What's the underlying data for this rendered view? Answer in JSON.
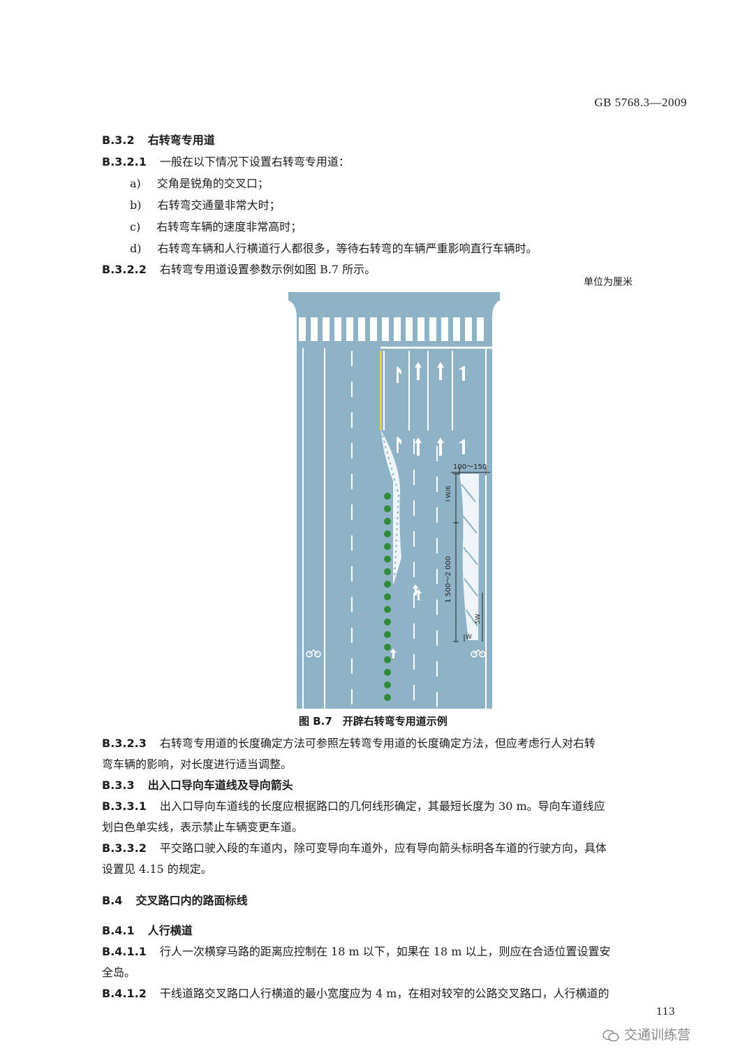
{
  "header": {
    "standard": "GB 5768.3—2009"
  },
  "sections": {
    "s_b32": {
      "num": "B.3.2",
      "title": "右转弯专用道"
    },
    "s_b321": {
      "num": "B.3.2.1",
      "text": "一般在以下情况下设置右转弯专用道："
    },
    "items": [
      {
        "label": "a)",
        "text": "交角是锐角的交叉口；"
      },
      {
        "label": "b)",
        "text": "右转弯交通量非常大时；"
      },
      {
        "label": "c)",
        "text": "右转弯车辆的速度非常高时；"
      },
      {
        "label": "d)",
        "text": "右转弯车辆和人行横道行人都很多，等待右转弯的车辆严重影响直行车辆时。"
      }
    ],
    "s_b322": {
      "num": "B.3.2.2",
      "text": "右转弯专用道设置参数示例如图 B.7 所示。"
    },
    "units_note": "单位为厘米",
    "figure": {
      "caption": "图 B.7　开辟右转弯专用道示例",
      "dim_width": "100～150",
      "dim_taper": "l·W/6",
      "dim_length": "1 500～2 000",
      "dim_end": "5W",
      "dim_bottom": "W"
    },
    "s_b323": {
      "num": "B.3.2.3",
      "text1": "右转弯专用道的长度确定方法可参照左转弯专用道的长度确定方法，但应考虑行人对右转",
      "text2": "弯车辆的影响，对长度进行适当调整。"
    },
    "s_b33": {
      "num": "B.3.3",
      "title": "出入口导向车道线及导向箭头"
    },
    "s_b331": {
      "num": "B.3.3.1",
      "text1": "出入口导向车道线的长度应根据路口的几何线形确定，其最短长度为 30 m。导向车道线应",
      "text2": "划白色单实线，表示禁止车辆变更车道。"
    },
    "s_b332": {
      "num": "B.3.3.2",
      "text1": "平交路口驶入段的车道内，除可变导向车道外，应有导向箭头标明各车道的行驶方向，具体",
      "text2": "设置见 4.15 的规定。"
    },
    "s_b4": {
      "num": "B.4",
      "title": "交叉路口内的路面标线"
    },
    "s_b41": {
      "num": "B.4.1",
      "title": "人行横道"
    },
    "s_b411": {
      "num": "B.4.1.1",
      "text1": "行人一次横穿马路的距离应控制在 18 m 以下，如果在 18 m 以上，则应在合适位置设置安",
      "text2": "全岛。"
    },
    "s_b412": {
      "num": "B.4.1.2",
      "text1": "干线道路交叉路口人行横道的最小宽度应为 4 m，在相对较窄的公路交叉路口，人行横道的"
    }
  },
  "footer": {
    "page_number": "113",
    "watermark": "交通训练营"
  },
  "colors": {
    "road": "#8fb3c6",
    "marking": "#ffffff",
    "yellow": "#e2cf4a",
    "shrub": "#2f8a3a",
    "shrub_center": "#9fd88f"
  }
}
